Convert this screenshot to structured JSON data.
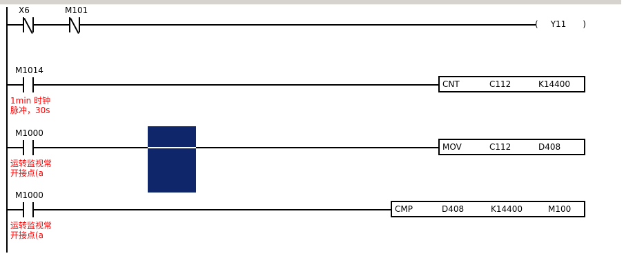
{
  "editor": {
    "type": "plc-ladder-diagram",
    "background_color": "#ffffff",
    "line_color": "#000000",
    "annotation_color": "#ff0000",
    "selection_color": "#10266b"
  },
  "rungs": [
    {
      "index": 1,
      "contacts": [
        {
          "label": "X6",
          "kind": "normally-closed",
          "annotation": ""
        },
        {
          "label": "M101",
          "kind": "normally-closed",
          "annotation": ""
        }
      ],
      "output": {
        "kind": "coil",
        "open_paren": "(",
        "device": "Y11",
        "close_paren": ")"
      }
    },
    {
      "index": 2,
      "contacts": [
        {
          "label": "M1014",
          "kind": "normally-open",
          "annotation": "1min 时钟\n脉冲，30s"
        }
      ],
      "instruction": {
        "mnemonic": "CNT",
        "operands": [
          "C112",
          "K14400"
        ]
      }
    },
    {
      "index": 3,
      "contacts": [
        {
          "label": "M1000",
          "kind": "normally-open",
          "annotation": "运转监视常\n开接点(a"
        }
      ],
      "instruction": {
        "mnemonic": "MOV",
        "operands": [
          "C112",
          "D408"
        ]
      }
    },
    {
      "index": 4,
      "contacts": [
        {
          "label": "M1000",
          "kind": "normally-open",
          "annotation": "运转监视常\n开接点(a"
        }
      ],
      "instruction": {
        "mnemonic": "CMP",
        "operands": [
          "D408",
          "K14400",
          "M100"
        ]
      }
    }
  ]
}
